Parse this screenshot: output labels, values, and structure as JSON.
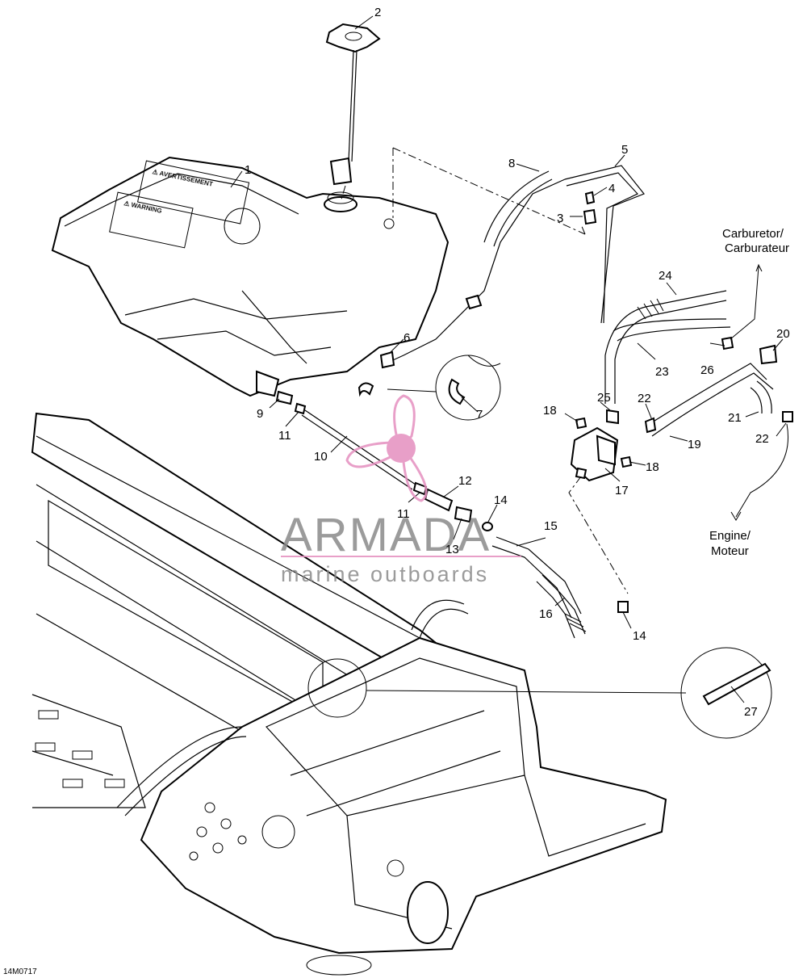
{
  "figure_code": "14M0717",
  "callouts": [
    {
      "id": "c1",
      "text": "1"
    },
    {
      "id": "c2",
      "text": "2"
    },
    {
      "id": "c3",
      "text": "3"
    },
    {
      "id": "c4",
      "text": "4"
    },
    {
      "id": "c5",
      "text": "5"
    },
    {
      "id": "c6",
      "text": "6"
    },
    {
      "id": "c7",
      "text": "7"
    },
    {
      "id": "c8",
      "text": "8"
    },
    {
      "id": "c9",
      "text": "9"
    },
    {
      "id": "c10",
      "text": "10"
    },
    {
      "id": "c11a",
      "text": "11"
    },
    {
      "id": "c11b",
      "text": "11"
    },
    {
      "id": "c12",
      "text": "12"
    },
    {
      "id": "c13",
      "text": "13"
    },
    {
      "id": "c14a",
      "text": "14"
    },
    {
      "id": "c14b",
      "text": "14"
    },
    {
      "id": "c15",
      "text": "15"
    },
    {
      "id": "c16",
      "text": "16"
    },
    {
      "id": "c17",
      "text": "17"
    },
    {
      "id": "c18a",
      "text": "18"
    },
    {
      "id": "c18b",
      "text": "18"
    },
    {
      "id": "c19",
      "text": "19"
    },
    {
      "id": "c20",
      "text": "20"
    },
    {
      "id": "c21",
      "text": "21"
    },
    {
      "id": "c22a",
      "text": "22"
    },
    {
      "id": "c22b",
      "text": "22"
    },
    {
      "id": "c23",
      "text": "23"
    },
    {
      "id": "c24",
      "text": "24"
    },
    {
      "id": "c25",
      "text": "25"
    },
    {
      "id": "c26",
      "text": "26"
    },
    {
      "id": "c27",
      "text": "27"
    }
  ],
  "captions": {
    "carburetor_en": "Carburetor/",
    "carburetor_fr": "Carburateur",
    "engine_en": "Engine/",
    "engine_fr": "Moteur"
  },
  "tank_labels": {
    "warning": "⚠ WARNING",
    "avertissement": "⚠ AVERTISSEMENT"
  },
  "watermark": {
    "brand": "ARMADA",
    "tagline": "marine outboards",
    "colors": {
      "logo": "#e58fbf",
      "text": "#8a8a8a"
    }
  }
}
